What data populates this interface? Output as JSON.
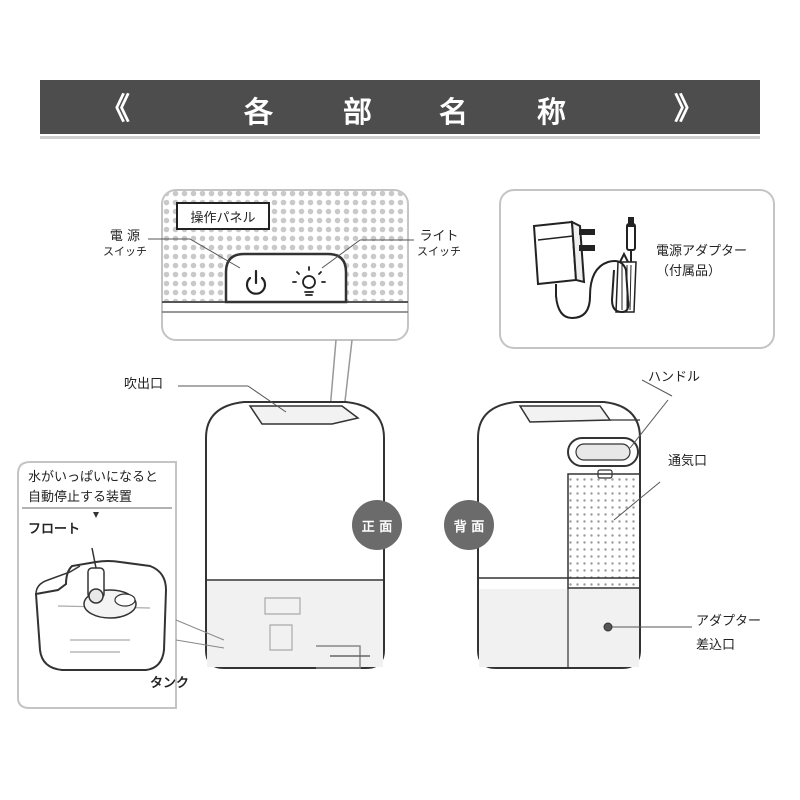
{
  "header": {
    "open_mark": "《",
    "close_mark": "》",
    "title_chars": [
      "各",
      "部",
      "名",
      "称"
    ]
  },
  "panel": {
    "title": "操作パネル",
    "power": {
      "line1": "電 源",
      "line2": "スイッチ"
    },
    "light": {
      "line1": "ライト",
      "line2": "スイッチ"
    }
  },
  "adapter": {
    "line1": "電源アダプター",
    "line2": "（付属品）"
  },
  "front": {
    "badge": "正 面",
    "outlet": "吹出口",
    "float_note_line1": "水がいっぱいになると",
    "float_note_line2": "自動停止する装置",
    "float": "フロート",
    "tank": "タンク"
  },
  "back": {
    "badge": "背 面",
    "handle": "ハンドル",
    "vent": "通気口",
    "jack_line1": "アダプター",
    "jack_line2": "差込口"
  }
}
